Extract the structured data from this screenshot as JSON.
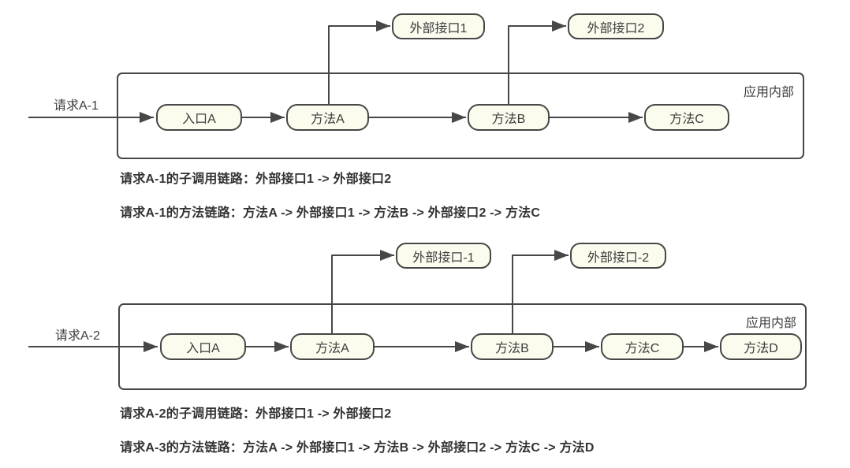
{
  "colors": {
    "node_fill": "#FBFBEE",
    "line_and_border": "#474747",
    "text": "#3D3D3D",
    "background": "#FFFFFF"
  },
  "diagram1": {
    "request_label": "请求A-1",
    "container_label": "应用内部",
    "external_nodes": [
      {
        "label": "外部接口1"
      },
      {
        "label": "外部接口2"
      }
    ],
    "nodes": [
      {
        "label": "入口A"
      },
      {
        "label": "方法A"
      },
      {
        "label": "方法B"
      },
      {
        "label": "方法C"
      }
    ],
    "captions": [
      "请求A-1的子调用链路：外部接口1 -> 外部接口2",
      "请求A-1的方法链路：方法A -> 外部接口1 -> 方法B -> 外部接口2 -> 方法C"
    ]
  },
  "diagram2": {
    "request_label": "请求A-2",
    "container_label": "应用内部",
    "external_nodes": [
      {
        "label": "外部接口-1"
      },
      {
        "label": "外部接口-2"
      }
    ],
    "nodes": [
      {
        "label": "入口A"
      },
      {
        "label": "方法A"
      },
      {
        "label": "方法B"
      },
      {
        "label": "方法C"
      },
      {
        "label": "方法D"
      }
    ],
    "captions": [
      "请求A-2的子调用链路：外部接口1 -> 外部接口2",
      "请求A-3的方法链路：方法A -> 外部接口1 -> 方法B -> 外部接口2 -> 方法C -> 方法D"
    ]
  }
}
